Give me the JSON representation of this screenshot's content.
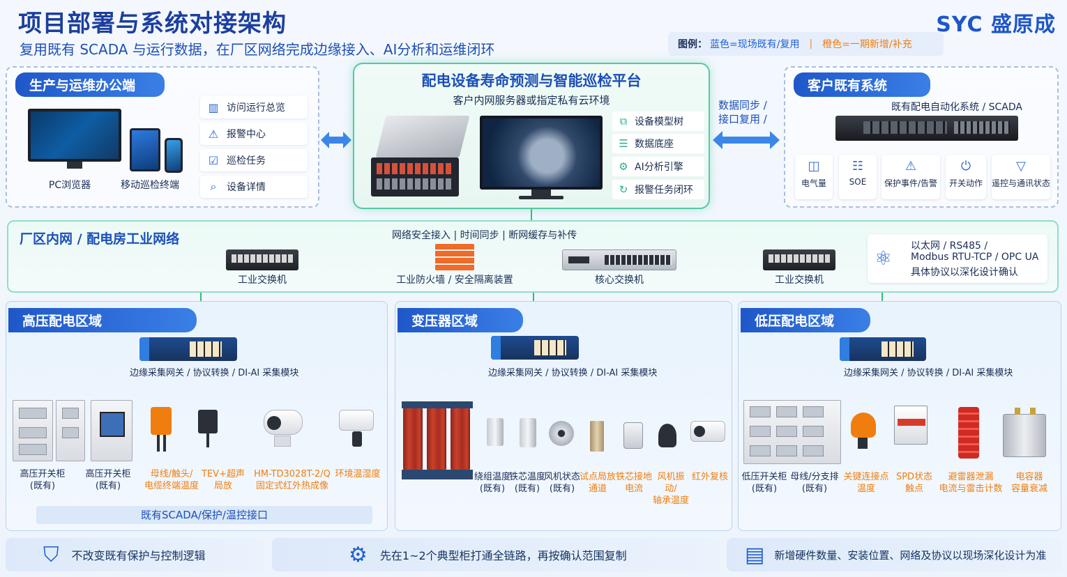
{
  "header": {
    "title": "项目部署与系统对接架构",
    "subtitle": "复用既有 SCADA 与运行数据，在厂区网络完成边缘接入、AI分析和运维闭环",
    "brand": "SYC 盛原成",
    "legend": {
      "label": "图例：",
      "blue": "蓝色=现场既有/复用",
      "separator": "|",
      "orange": "橙色=一期新增/补充"
    }
  },
  "office": {
    "tag": "生产与运维办公端",
    "pc_label": "PC浏览器",
    "mobile_label": "移动巡检终端",
    "menu": [
      {
        "label": "访问运行总览",
        "icon": "book-icon"
      },
      {
        "label": "报警中心",
        "icon": "alarm-icon"
      },
      {
        "label": "巡检任务",
        "icon": "checklist-icon"
      },
      {
        "label": "设备详情",
        "icon": "search-doc-icon"
      }
    ]
  },
  "platform": {
    "title": "配电设备寿命预测与智能巡检平台",
    "subtitle": "客户内网服务器或指定私有云环境",
    "items": [
      {
        "label": "设备模型树",
        "icon": "tree-icon"
      },
      {
        "label": "数据底座",
        "icon": "database-icon"
      },
      {
        "label": "AI分析引擎",
        "icon": "gear-icon"
      },
      {
        "label": "报警任务闭环",
        "icon": "loop-icon"
      }
    ]
  },
  "sync": {
    "line1": "数据同步 /",
    "line2": "接口复用 /"
  },
  "customer": {
    "tag": "客户既有系统",
    "scada_label": "既有配电自动化系统 / SCADA",
    "signals": [
      {
        "label": "电气量",
        "icon": "meter-icon"
      },
      {
        "label": "SOE",
        "icon": "list-icon"
      },
      {
        "label": "保护事件/告警",
        "icon": "warning-icon"
      },
      {
        "label": "开关动作",
        "icon": "switch-icon"
      },
      {
        "label": "遥控与通讯状态",
        "icon": "antenna-icon"
      }
    ]
  },
  "network": {
    "title": "厂区内网 / 配电房工业网络",
    "top_label": "网络安全接入 | 时间同步 | 断网缓存与补传",
    "left_switch": "工业交换机",
    "firewall": "工业防火墙 / 安全隔离装置",
    "core_switch": "核心交换机",
    "right_switch": "工业交换机",
    "protocol": {
      "line1": "以太网 / RS485 /",
      "line2": "Modbus RTU-TCP / OPC UA",
      "line3": "具体协议以深化设计确认"
    }
  },
  "zones": {
    "gateway_label": "边缘采集网关 / 协议转换 / DI-AI 采集模块",
    "high": {
      "tag": "高压配电区域",
      "devices": [
        {
          "label": "高压开关柜\n(既有)",
          "color": "blue"
        },
        {
          "label": "高压开关柜\n(既有)",
          "color": "blue"
        },
        {
          "label": "母线/触头/\n电缆终端温度",
          "color": "orange"
        },
        {
          "label": "TEV+超声\n局放",
          "color": "orange"
        },
        {
          "label": "HM-TD3028T-2/Q\n固定式红外热成像",
          "color": "orange"
        },
        {
          "label": "环境温湿度",
          "color": "orange"
        }
      ],
      "scada_bar": "既有SCADA/保护/温控接口"
    },
    "transformer": {
      "tag": "变压器区域",
      "devices": [
        {
          "label": "绕组温度\n(既有)",
          "color": "blue"
        },
        {
          "label": "铁芯温度\n(既有)",
          "color": "blue"
        },
        {
          "label": "风机状态\n(既有)",
          "color": "blue"
        },
        {
          "label": "试点局放\n通道",
          "color": "orange"
        },
        {
          "label": "铁芯接地\n电流",
          "color": "orange"
        },
        {
          "label": "风机振动/\n轴承温度",
          "color": "orange"
        },
        {
          "label": "红外复核",
          "color": "orange"
        }
      ]
    },
    "low": {
      "tag": "低压配电区域",
      "devices": [
        {
          "label": "低压开关柜\n(既有)",
          "color": "blue"
        },
        {
          "label": "母线/分支排\n(既有)",
          "color": "blue"
        },
        {
          "label": "关键连接点\n温度",
          "color": "orange"
        },
        {
          "label": "SPD状态\n触点",
          "color": "orange"
        },
        {
          "label": "避雷器泄漏\n电流与雷击计数",
          "color": "orange"
        },
        {
          "label": "电容器\n容量衰减",
          "color": "orange"
        }
      ]
    }
  },
  "footer": [
    {
      "label": "不改变既有保护与控制逻辑",
      "icon": "shield-check-icon"
    },
    {
      "label": "先在1~2个典型柜打通全链路，再按确认范围复制",
      "icon": "gear-icon"
    },
    {
      "label": "新增硬件数量、安装位置、网络及协议以现场深化设计为准",
      "icon": "document-icon"
    }
  ],
  "colors": {
    "primary": "#1f57c9",
    "existing_blue": "#1d5fd6",
    "new_orange": "#f07e0e",
    "net_green": "#2fbf71"
  }
}
